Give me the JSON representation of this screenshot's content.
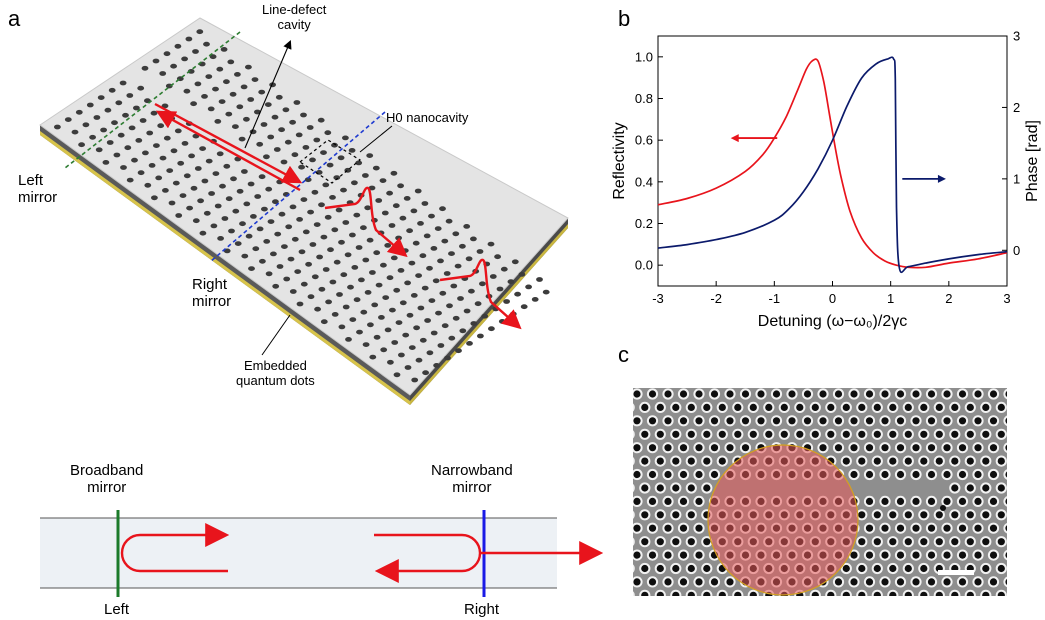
{
  "panels": {
    "a": "a",
    "b": "b",
    "c": "c"
  },
  "panel_a": {
    "labels": {
      "line_defect": "Line-defect\ncavity",
      "h0": "H0 nanocavity",
      "left_mirror": "Left\nmirror",
      "right_mirror": "Right\nmirror",
      "qd": "Embedded\nquantum dots"
    },
    "colors": {
      "slab": "#e4e4e4",
      "hole": "#3c3c3c",
      "gold": "#d7c34a",
      "arrow": "#e8141c",
      "left_line": "#2e7d32",
      "right_line": "#1f3bd0"
    }
  },
  "panel_a2": {
    "broadband": "Broadband\nmirror",
    "narrowband": "Narrowband\nmirror",
    "left": "Left",
    "right": "Right",
    "colors": {
      "waveguide": "#edf1f5",
      "left_mirror": "#1b7a2a",
      "right_mirror": "#1a1ae6",
      "arrow": "#e8141c"
    }
  },
  "chart_data": {
    "type": "line",
    "xlabel": "Detuning (ω−ω₀)/2γc",
    "ylabel": "Reflectivity",
    "y2label": "Phase [rad]",
    "xlim": [
      -3,
      3
    ],
    "ylim": [
      -0.1,
      1.1
    ],
    "y2lim": [
      -0.5,
      3.0
    ],
    "xticks": [
      "-3",
      "-2",
      "-1",
      "0",
      "1",
      "2",
      "3"
    ],
    "yticks": [
      "0.0",
      "0.2",
      "0.4",
      "0.6",
      "0.8",
      "1.0"
    ],
    "y2ticks": [
      "0",
      "1",
      "2",
      "3"
    ],
    "series": [
      {
        "axis": "left",
        "color": "#e8141c",
        "x": [
          -3,
          -2.5,
          -2,
          -1.5,
          -1.2,
          -1,
          -0.8,
          -0.6,
          -0.45,
          -0.35,
          -0.25,
          -0.15,
          -0.05,
          0.05,
          0.15,
          0.3,
          0.5,
          0.7,
          0.9,
          1.1,
          1.3,
          1.6,
          2,
          2.5,
          3
        ],
        "y": [
          0.29,
          0.32,
          0.37,
          0.45,
          0.53,
          0.61,
          0.71,
          0.84,
          0.94,
          0.98,
          0.98,
          0.88,
          0.72,
          0.56,
          0.42,
          0.26,
          0.13,
          0.06,
          0.02,
          0.0,
          -0.01,
          -0.01,
          0.01,
          0.03,
          0.06
        ]
      },
      {
        "axis": "right",
        "color": "#0b1a6b",
        "x": [
          -3,
          -2.5,
          -2,
          -1.5,
          -1,
          -0.75,
          -0.5,
          -0.25,
          0,
          0.25,
          0.5,
          0.75,
          0.95,
          1.05,
          1.08,
          1.1,
          1.15,
          1.3,
          1.6,
          2,
          2.5,
          3
        ],
        "y": [
          0.03,
          0.08,
          0.15,
          0.25,
          0.42,
          0.58,
          0.82,
          1.14,
          1.54,
          2.02,
          2.41,
          2.61,
          2.68,
          2.68,
          2.4,
          0.6,
          -0.25,
          -0.23,
          -0.18,
          -0.12,
          -0.06,
          -0.02
        ]
      }
    ],
    "annotations": [
      {
        "type": "arrow",
        "color": "#e8141c",
        "points_to": "left axis"
      },
      {
        "type": "arrow",
        "color": "#0b1a6b",
        "points_to": "right axis"
      }
    ]
  },
  "panel_c": {
    "overlay_color": "#e85a5a",
    "scalebar_color": "#ffffff"
  }
}
